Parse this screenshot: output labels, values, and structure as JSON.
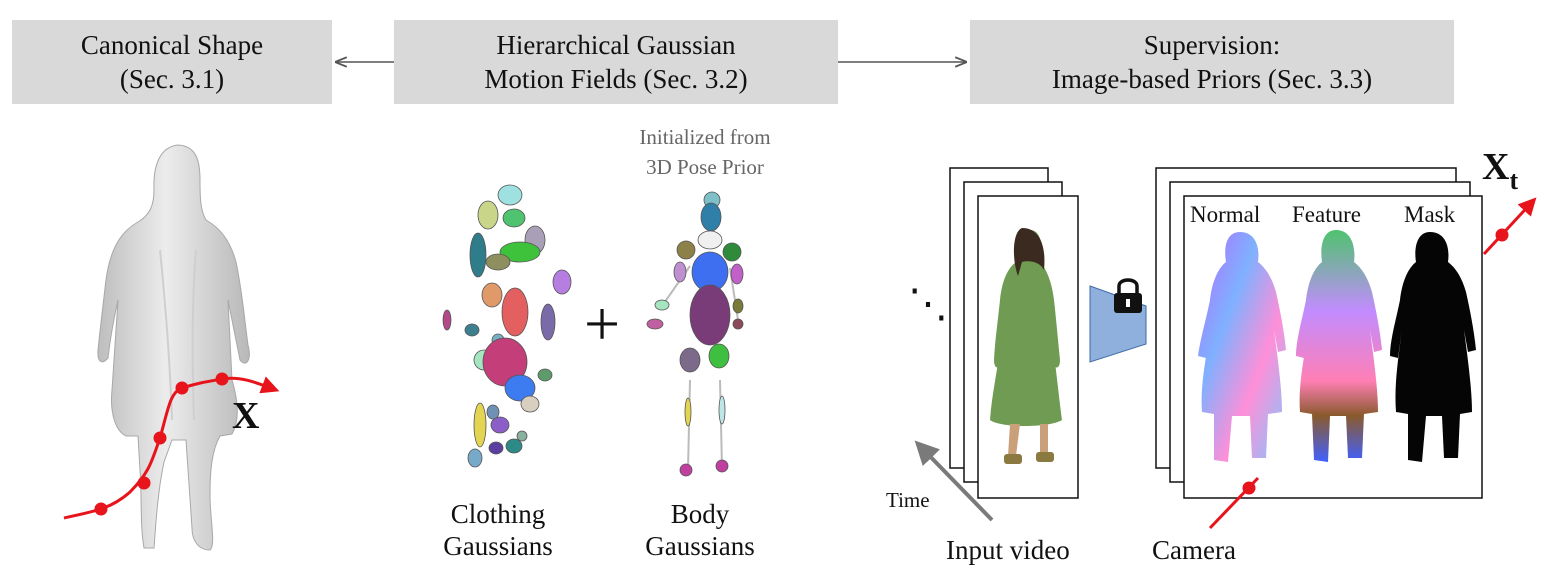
{
  "boxes": {
    "canonical": {
      "line1": "Canonical Shape",
      "line2": "(Sec. 3.1)"
    },
    "motion": {
      "line1": "Hierarchical Gaussian",
      "line2": "Motion Fields (Sec. 3.2)"
    },
    "supervision": {
      "line1": "Supervision:",
      "line2": "Image-based Priors (Sec. 3.3)"
    }
  },
  "pose_prior_note": {
    "line1": "Initialized from",
    "line2": "3D Pose Prior"
  },
  "labels": {
    "x": "X",
    "xt_base": "X",
    "xt_sub": "t",
    "plus": "+",
    "clothing": {
      "line1": "Clothing",
      "line2": "Gaussians"
    },
    "body": {
      "line1": "Body",
      "line2": "Gaussians"
    },
    "dots": "⋱",
    "time": "Time",
    "input_video": "Input video",
    "camera": "Camera",
    "normal": "Normal",
    "feature": "Feature",
    "mask": "Mask"
  },
  "colors": {
    "box_fill": "#d9d9d9",
    "trajectory": "#e8141b",
    "dress": "#6f9c52",
    "encoder": "#8fb0dd"
  },
  "icons": {
    "lock": "lock-icon"
  }
}
